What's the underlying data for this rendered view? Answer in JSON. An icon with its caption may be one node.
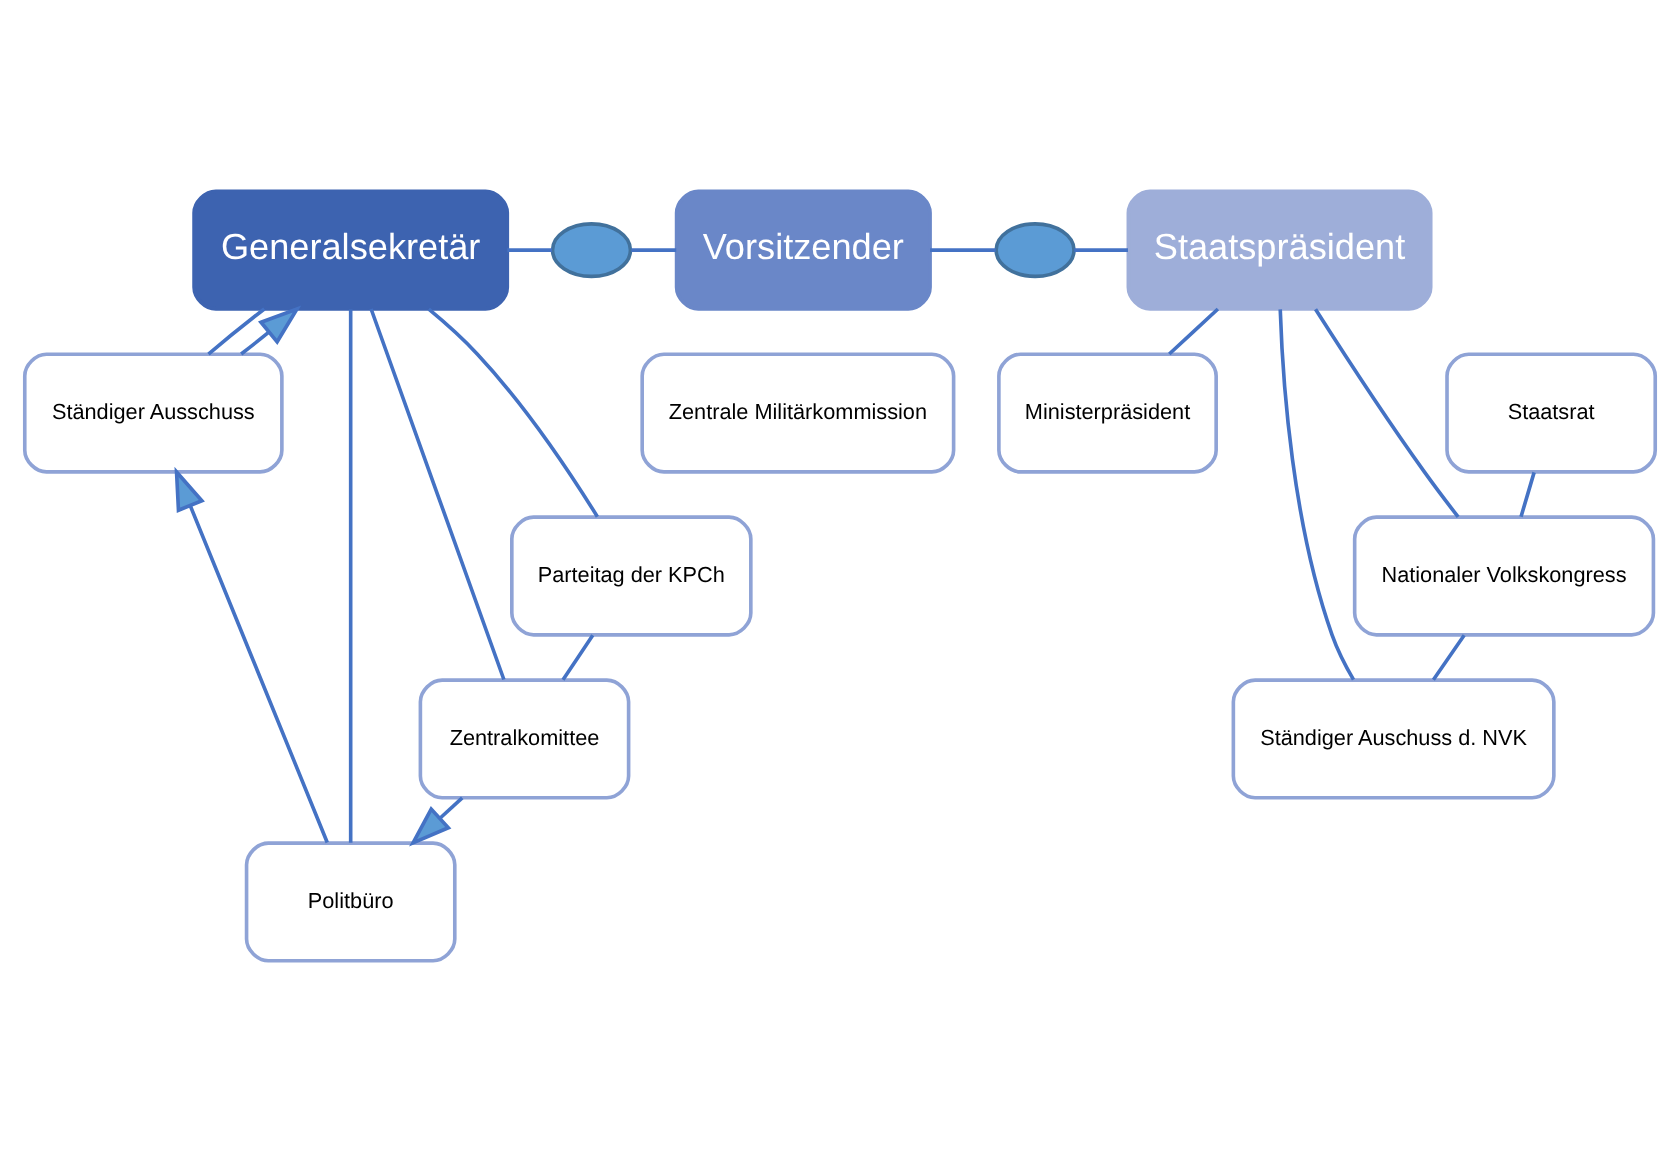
{
  "diagram": {
    "nodes": [
      {
        "text": [
          "Generalsekretär"
        ]
      },
      {
        "text": [],
        "shape": "ellipse"
      },
      {
        "text": [
          "Vorsitzender"
        ]
      },
      {
        "text": [],
        "shape": "ellipse"
      },
      {
        "text": [
          "Staatspräsident"
        ]
      },
      {
        "text": [
          "Zentrale Militärkommission"
        ]
      },
      {
        "text": [
          "Ministerpräsident"
        ]
      },
      {
        "text": [
          "Staatsrat"
        ]
      },
      {
        "text": [
          "Ständiger Ausschuss"
        ]
      },
      {
        "text": [
          "Politbüro"
        ]
      },
      {
        "text": [
          "Zentralkomittee"
        ]
      },
      {
        "text": [
          "Ständiger Auschuss d. NVK"
        ]
      },
      {
        "text": [
          "Parteitag der KPCh"
        ]
      },
      {
        "text": [
          "Nationaler Volkskongress"
        ]
      }
    ],
    "edges": [
      {
        "from": 0,
        "to": 1,
        "arrow": "none"
      },
      {
        "from": 1,
        "to": 2,
        "arrow": "none"
      },
      {
        "from": 2,
        "to": 3,
        "arrow": "none"
      },
      {
        "from": 3,
        "to": 4,
        "arrow": "none"
      },
      {
        "from": 8,
        "to": 0,
        "arrow": "to"
      },
      {
        "from": 9,
        "to": 8,
        "arrow": "to"
      },
      {
        "from": 10,
        "to": 9,
        "arrow": "to"
      },
      {
        "from": 12,
        "to": 10,
        "arrow": "none"
      },
      {
        "from": 0,
        "to": 8,
        "arrow": "none"
      },
      {
        "from": 0,
        "to": 9,
        "arrow": "none"
      },
      {
        "from": 0,
        "to": 10,
        "arrow": "none"
      },
      {
        "from": 0,
        "to": 12,
        "arrow": "none"
      },
      {
        "from": 4,
        "to": 6,
        "arrow": "none"
      },
      {
        "from": 4,
        "to": 11,
        "arrow": "none"
      },
      {
        "from": 4,
        "to": 13,
        "arrow": "none"
      },
      {
        "from": 7,
        "to": 13,
        "arrow": "none"
      },
      {
        "from": 11,
        "to": 13,
        "arrow": "none"
      }
    ]
  }
}
